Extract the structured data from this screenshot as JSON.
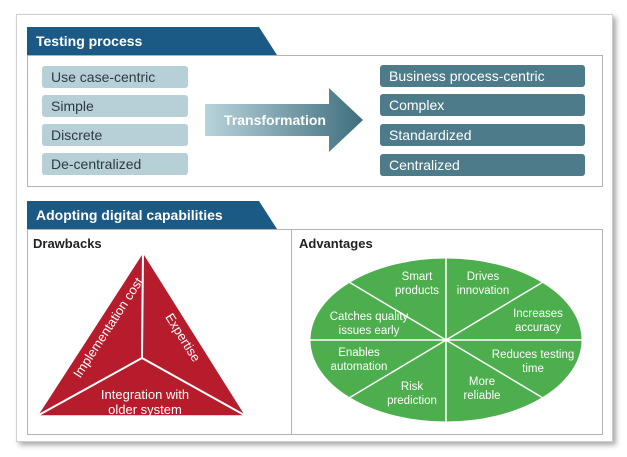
{
  "testing_process": {
    "title": "Testing process",
    "from_items": [
      "Use case-centric",
      "Simple",
      "Discrete",
      "De-centralized"
    ],
    "arrow_label": "Transformation",
    "to_items": [
      "Business process-centric",
      "Complex",
      "Standardized",
      "Centralized"
    ]
  },
  "digital": {
    "title": "Adopting digital capabilities",
    "drawbacks": {
      "title": "Drawbacks",
      "items": [
        "Implementation cost",
        "Expertise",
        "Integration with older system"
      ]
    },
    "advantages": {
      "title": "Advantages",
      "items": [
        "Smart products",
        "Drives innovation",
        "Increases accuracy",
        "Reduces testing time",
        "More reliable",
        "Risk prediction",
        "Enables automation",
        "Catches quality issues early"
      ]
    }
  },
  "colors": {
    "header_blue": "#1c5a86",
    "pill_light": "#b7cfd6",
    "pill_dark": "#4d7b89",
    "triangle_red": "#b71c2c",
    "ellipse_green": "#4cae4c"
  }
}
